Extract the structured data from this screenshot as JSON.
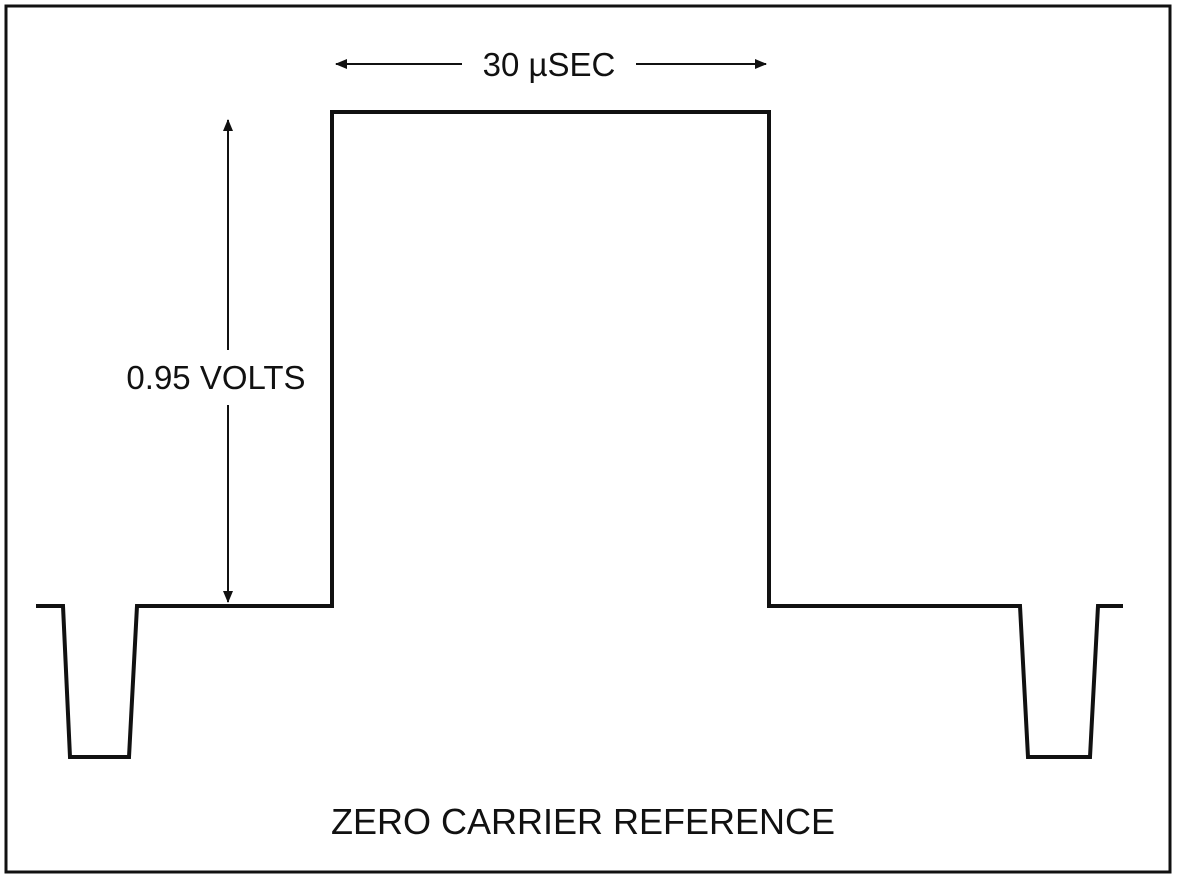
{
  "diagram": {
    "pulse_width_label": "30 µSEC",
    "amplitude_label": "0.95 VOLTS",
    "reference_label": "ZERO CARRIER REFERENCE"
  },
  "colors": {
    "line": "#111111",
    "background": "#ffffff"
  }
}
